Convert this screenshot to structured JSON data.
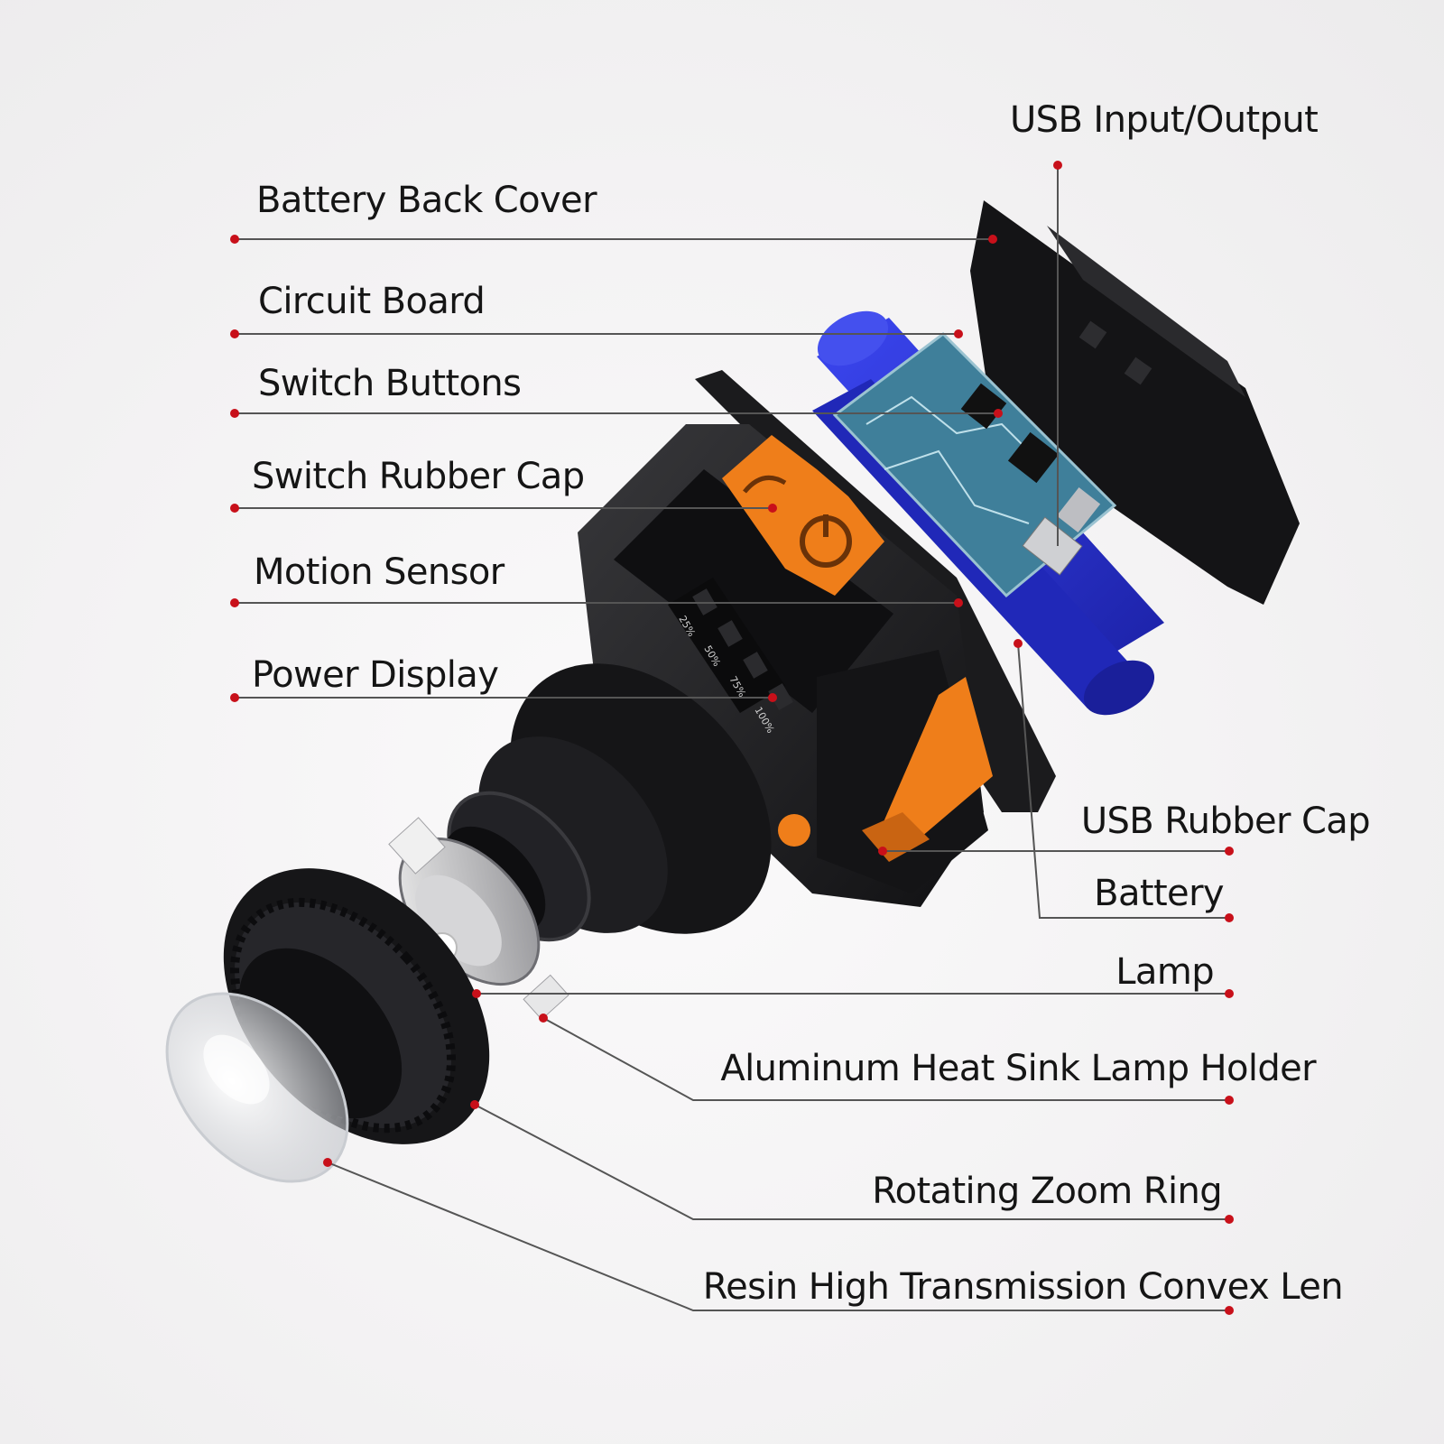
{
  "labels": {
    "battery_back_cover": "Battery Back Cover",
    "circuit_board": "Circuit Board",
    "switch_buttons": "Switch Buttons",
    "switch_rubber_cap": "Switch Rubber Cap",
    "motion_sensor": "Motion Sensor",
    "power_display": "Power Display",
    "usb_input_output": "USB Input/Output",
    "usb_rubber_cap": "USB Rubber Cap",
    "battery": "Battery",
    "lamp": "Lamp",
    "aluminum_heat_sink": "Aluminum Heat Sink Lamp Holder",
    "rotating_zoom_ring": "Rotating Zoom Ring",
    "resin_lens": "Resin High Transmission Convex Len"
  },
  "power_levels": [
    "25%",
    "50%",
    "75%",
    "100%"
  ],
  "colors": {
    "leader_line": "#555555",
    "leader_dot": "#c8101a",
    "button_orange": "#ef7e1a",
    "battery_blue": "#2a34d6",
    "pcb_teal": "#3f7f9a",
    "body_black": "#1c1c1e"
  }
}
